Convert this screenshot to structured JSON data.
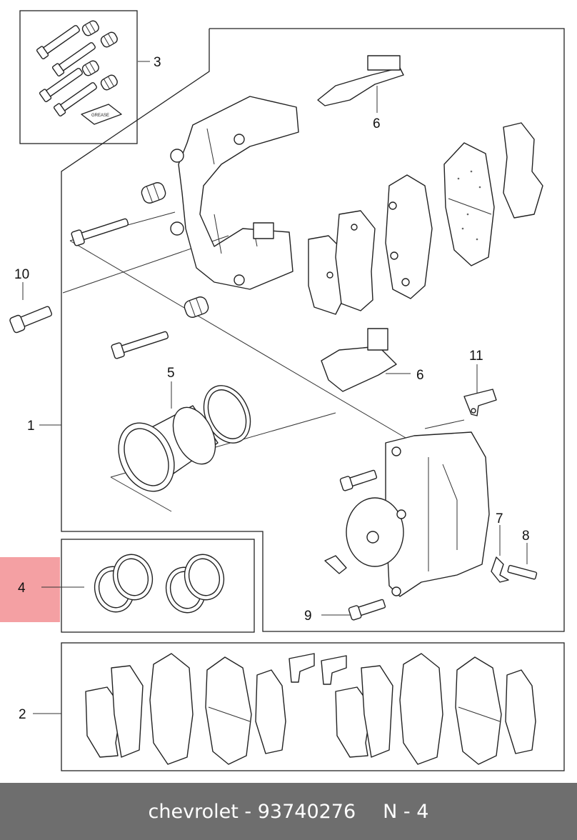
{
  "callouts": {
    "c1": "1",
    "c2": "2",
    "c3": "3",
    "c4": "4",
    "c5": "5",
    "c6a": "6",
    "c6b": "6",
    "c7": "7",
    "c8": "8",
    "c9": "9",
    "c10": "10",
    "c11": "11"
  },
  "grease_label": "GREASE",
  "highlight_color": "#f4a0a3",
  "footer": {
    "brand_part": "chevrolet - 93740276",
    "ref": "N - 4"
  }
}
